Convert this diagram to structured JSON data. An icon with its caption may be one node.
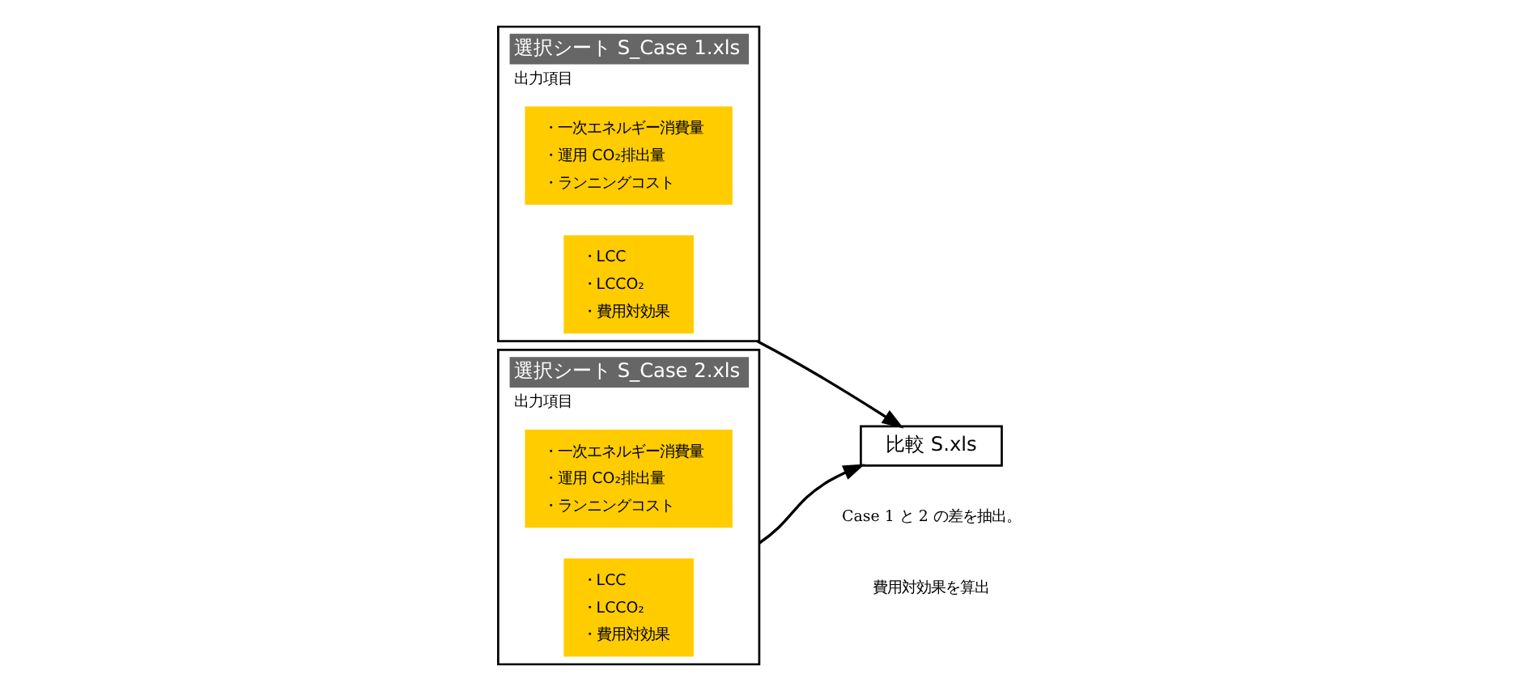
{
  "diagram": {
    "nodes": [
      {
        "text": [
          "選択シート S_Case 1.xls",
          "出力項目"
        ]
      },
      {
        "text": [
          "・一次エネルギー消費量",
          "・運用 CO₂排出量",
          "・ランニングコスト"
        ],
        "in": 0
      },
      {
        "text": [
          "・LCC",
          "・LCCO₂",
          "・費用対効果"
        ],
        "in": 0
      },
      {
        "text": [
          "選択シート S_Case 2.xls",
          "出力項目"
        ]
      },
      {
        "text": [
          "・一次エネルギー消費量",
          "・運用 CO₂排出量",
          "・ランニングコスト"
        ],
        "in": 3
      },
      {
        "text": [
          "・LCC",
          "・LCCO₂",
          "・費用対効果"
        ],
        "in": 3
      },
      {
        "text": [
          "比較 S.xls"
        ],
        "beside": [
          "Case 1 と 2 の差を抽出。",
          "費用対効果を算出"
        ]
      }
    ],
    "edges": [
      {
        "from": 0,
        "to": 6,
        "arrow": "to"
      },
      {
        "from": 3,
        "to": 6,
        "arrow": "to"
      }
    ]
  }
}
